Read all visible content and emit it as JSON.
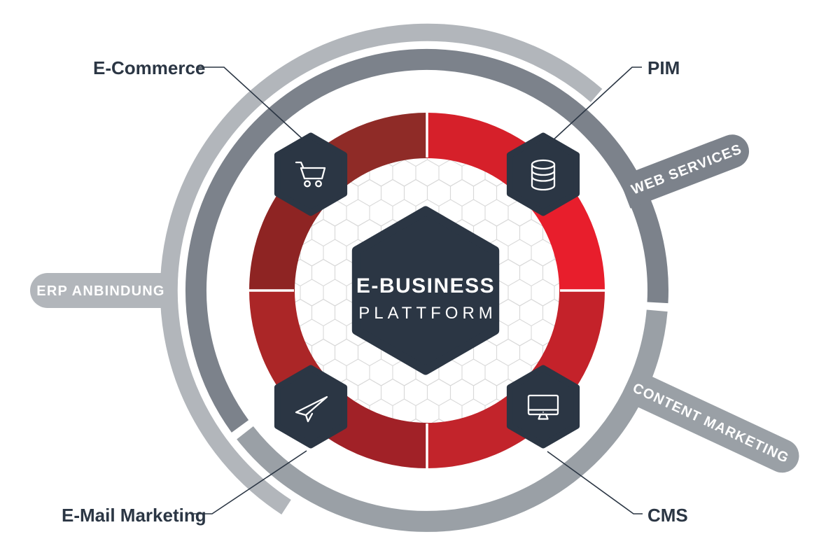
{
  "center": {
    "line1": "E-BUSINESS",
    "line2": "PLATTFORM"
  },
  "nodes": [
    {
      "id": "ecommerce",
      "label": "E-Commerce",
      "icon": "cart-icon"
    },
    {
      "id": "pim",
      "label": "PIM",
      "icon": "database-icon"
    },
    {
      "id": "email",
      "label": "E-Mail Marketing",
      "icon": "paper-plane-icon"
    },
    {
      "id": "cms",
      "label": "CMS",
      "icon": "monitor-icon"
    }
  ],
  "banners": {
    "erp": {
      "label": "ERP ANBINDUNG",
      "color": "#b2b6bb"
    },
    "web": {
      "label": "WEB SERVICES",
      "color": "#7c828b"
    },
    "content": {
      "label": "CONTENT MARKETING",
      "color": "#9aa0a6"
    }
  },
  "colors": {
    "navy": "#2b3644",
    "label_text": "#2b3644",
    "connector": "#2b3644",
    "honeycomb_line": "#d9d9d9",
    "divider": "#ffffff",
    "ring_light": "#b2b6bb",
    "ring_dark": "#7c828b",
    "ring_medium": "#9aa0a6"
  },
  "rings": {
    "arcs": [
      {
        "name": "outer-light-arc",
        "r": 369,
        "width": 25,
        "from": 213,
        "to": 401,
        "color": "#b2b6bb"
      },
      {
        "name": "inner-dark-arc",
        "r": 330,
        "width": 30,
        "from": 234,
        "to": 453,
        "color": "#7c828b"
      },
      {
        "name": "inner-medium-arc",
        "r": 330,
        "width": 30,
        "from": 95,
        "to": 232,
        "color": "#9aa0a6"
      }
    ]
  },
  "donut": {
    "outer_radius": 254,
    "inner_radius": 189,
    "divider_color": "#ffffff",
    "divider_angles": [
      0,
      45,
      90,
      135,
      180,
      225,
      270,
      315
    ],
    "segments": [
      {
        "from": 0,
        "to": 45,
        "color": "#d6202a"
      },
      {
        "from": 45,
        "to": 90,
        "color": "#e81e2c"
      },
      {
        "from": 90,
        "to": 135,
        "color": "#c4222a"
      },
      {
        "from": 135,
        "to": 180,
        "color": "#c2242b"
      },
      {
        "from": 180,
        "to": 225,
        "color": "#a12127"
      },
      {
        "from": 225,
        "to": 270,
        "color": "#ab2627"
      },
      {
        "from": 270,
        "to": 315,
        "color": "#8e2423"
      },
      {
        "from": 315,
        "to": 360,
        "color": "#8f2b27"
      }
    ]
  }
}
